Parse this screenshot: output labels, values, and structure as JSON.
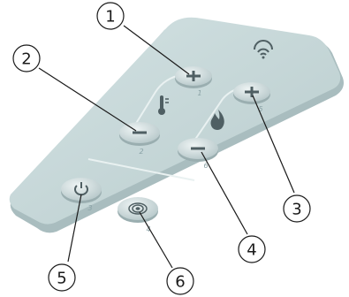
{
  "colors": {
    "panel": "#c5d6d7",
    "panel_edge": "#a9bdbf",
    "button": "#d7e3e4",
    "button_shadow": "#9aaeb0",
    "glyph": "#4f5f63",
    "callout_line": "#1a1a1a"
  },
  "callouts": [
    {
      "number": "1",
      "target": "plus-button-top"
    },
    {
      "number": "2",
      "target": "minus-button-left"
    },
    {
      "number": "3",
      "target": "plus-button-right"
    },
    {
      "number": "4",
      "target": "minus-button-right"
    },
    {
      "number": "5",
      "target": "power-button"
    },
    {
      "number": "6",
      "target": "wifi-button"
    }
  ],
  "buttons": [
    {
      "name": "plus-button-top",
      "icon": "plus-icon",
      "label": "1"
    },
    {
      "name": "minus-button-left",
      "icon": "minus-icon",
      "label": "2"
    },
    {
      "name": "plus-button-right",
      "icon": "plus-icon",
      "label": "5"
    },
    {
      "name": "minus-button-right",
      "icon": "minus-icon",
      "label": "6"
    },
    {
      "name": "power-button",
      "icon": "power-icon",
      "label": "3"
    },
    {
      "name": "wifi-button",
      "icon": "wifi-signal-icon",
      "label": "4"
    }
  ],
  "panel_icons": [
    "thermometer-icon",
    "flame-icon",
    "wifi-icon"
  ]
}
